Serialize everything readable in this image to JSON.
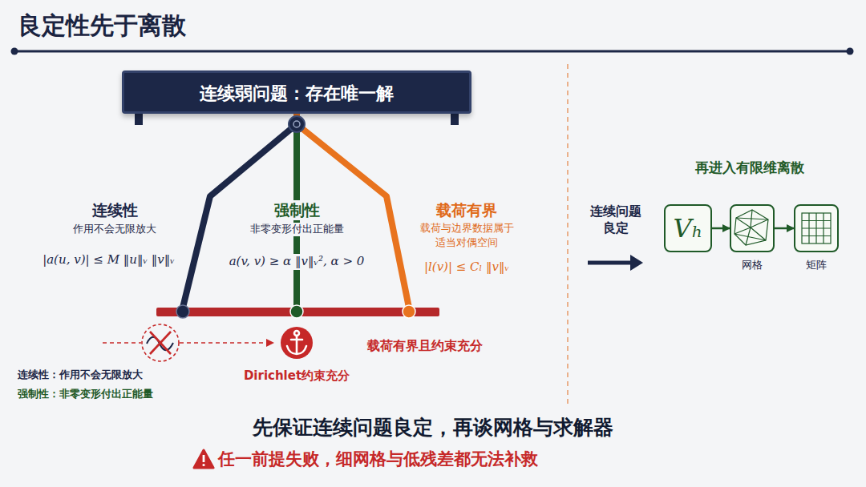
{
  "diagram": {
    "title": "良定性先于离散",
    "caption": "先保证连续问题良定，再谈网格与求解器",
    "nodes": [
      {
        "text": [
          "连续弱问题：存在唯一解"
        ]
      },
      {
        "text": [
          "载荷有界且约束充分"
        ]
      },
      {
        "text": [
          "Dirichlet约束充分"
        ]
      },
      {
        "text": [
          "Vₕ"
        ]
      },
      {
        "text": [
          "网格"
        ]
      },
      {
        "text": [
          "矩阵"
        ]
      }
    ],
    "edges": [
      {
        "from": 0,
        "to": 1,
        "arrow": "none"
      },
      {
        "from": 0,
        "to": 1,
        "arrow": "none"
      },
      {
        "from": 0,
        "to": 1,
        "arrow": "none"
      },
      {
        "from": 3,
        "to": 4,
        "arrow": "to"
      },
      {
        "from": 4,
        "to": 5,
        "arrow": "to"
      }
    ],
    "labels": [
      "连续性",
      "作用不会无限放大",
      "|a(u, v)| ≤ M ‖u‖ᵥ ‖v‖ᵥ",
      "强制性",
      "非零变形付出正能量",
      "a(v, v) ≥ α ‖v‖ᵥ², α > 0",
      "载荷有界",
      "载荷与边界数据属于适当对偶空间",
      "|l(v)| ≤ Cₗ ‖v‖ᵥ",
      "连续性：作用不会无限放大",
      "强制性：非零变形付出正能量",
      "连续问题良定",
      "再进入有限维离散",
      "任一前提失败，细网格与低残差都无法补救"
    ]
  }
}
